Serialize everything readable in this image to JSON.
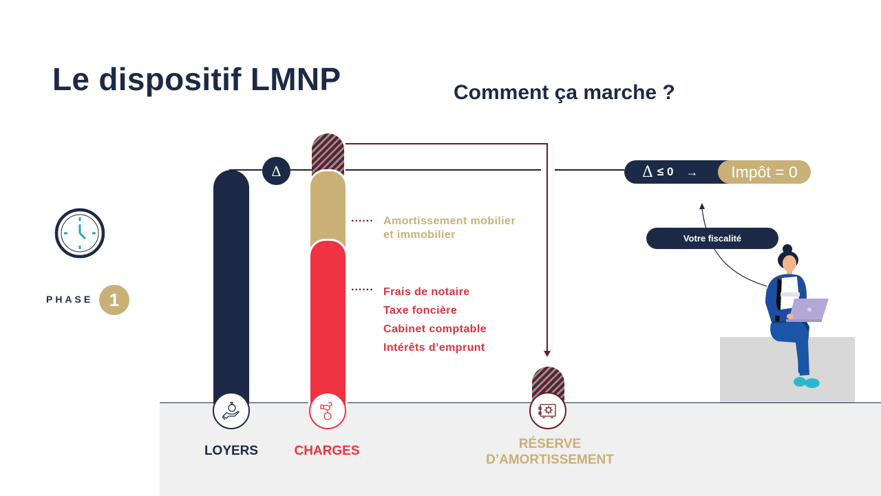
{
  "header": {
    "title": "Le dispositif LMNP",
    "subtitle": "Comment ça marche ?"
  },
  "phase": {
    "label": "PHASE",
    "number": "1",
    "icon": "clock-icon"
  },
  "diagram": {
    "delta_symbol": "Δ",
    "categories": [
      {
        "label": "LOYERS",
        "color": "#1c2a47",
        "icon": "hand-money-bag-icon"
      },
      {
        "label": "CHARGES",
        "color": "#ef3340",
        "icon": "charges-bag-icon"
      },
      {
        "label_line1": "RÉSERVE",
        "label_line2": "D’AMORTISSEMENT",
        "color": "#c8b077",
        "icon": "safe-icon"
      }
    ],
    "amortissement": {
      "line1": "Amortissement mobilier",
      "line2": "et immobilier",
      "color": "#c8b077"
    },
    "charges_items": [
      "Frais de notaire",
      "Taxe foncière",
      "Cabinet comptable",
      "Intérêts d’emprunt"
    ],
    "dots": "......",
    "result": {
      "condition_symbol": "Δ",
      "condition_text": "≤ 0",
      "arrow": "→",
      "impot": "Impôt = 0"
    },
    "fiscalite_label": "Votre fiscalité"
  },
  "colors": {
    "navy": "#1c2a47",
    "gold": "#c8b077",
    "red": "#ef3340",
    "maroon": "#6b1a1f",
    "ground": "#f0f0f0"
  }
}
